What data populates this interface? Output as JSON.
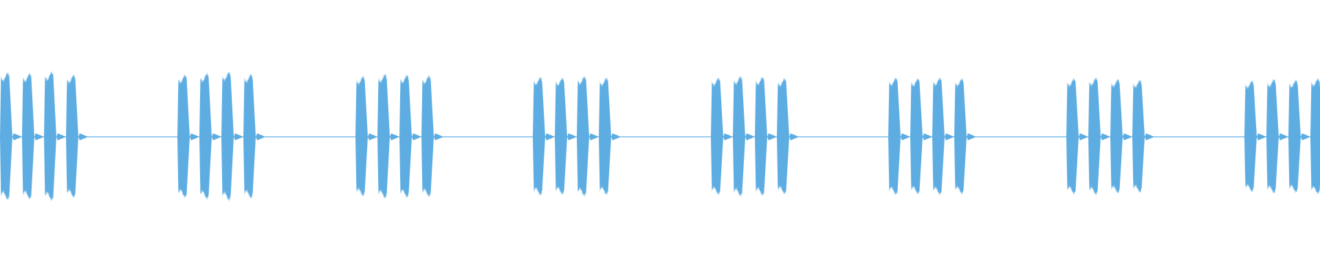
{
  "chart_data": {
    "type": "area",
    "subtype": "audio-waveform",
    "title": "",
    "xlabel": "",
    "ylabel": "",
    "axes_visible": false,
    "grid": false,
    "legend": "none",
    "color": "#5DADE2",
    "ylim": [
      -1,
      1
    ],
    "baseline": 0,
    "group_count": 8,
    "pulses_per_group": 4,
    "group_starts": [
      0,
      258,
      517,
      775,
      1034,
      1292,
      1551,
      1810
    ],
    "pulse_offsets": [
      0,
      32,
      64,
      96
    ],
    "x_max": 1920,
    "pulse_peaks": [
      [
        0.87,
        0.86,
        0.88,
        0.84
      ],
      [
        0.84,
        0.86,
        0.88,
        0.85
      ],
      [
        0.82,
        0.85,
        0.84,
        0.83
      ],
      [
        0.81,
        0.8,
        0.82,
        0.8
      ],
      [
        0.8,
        0.82,
        0.81,
        0.79
      ],
      [
        0.8,
        0.79,
        0.8,
        0.79
      ],
      [
        0.79,
        0.8,
        0.78,
        0.77
      ],
      [
        0.76,
        0.78,
        0.77,
        0.79
      ]
    ]
  }
}
